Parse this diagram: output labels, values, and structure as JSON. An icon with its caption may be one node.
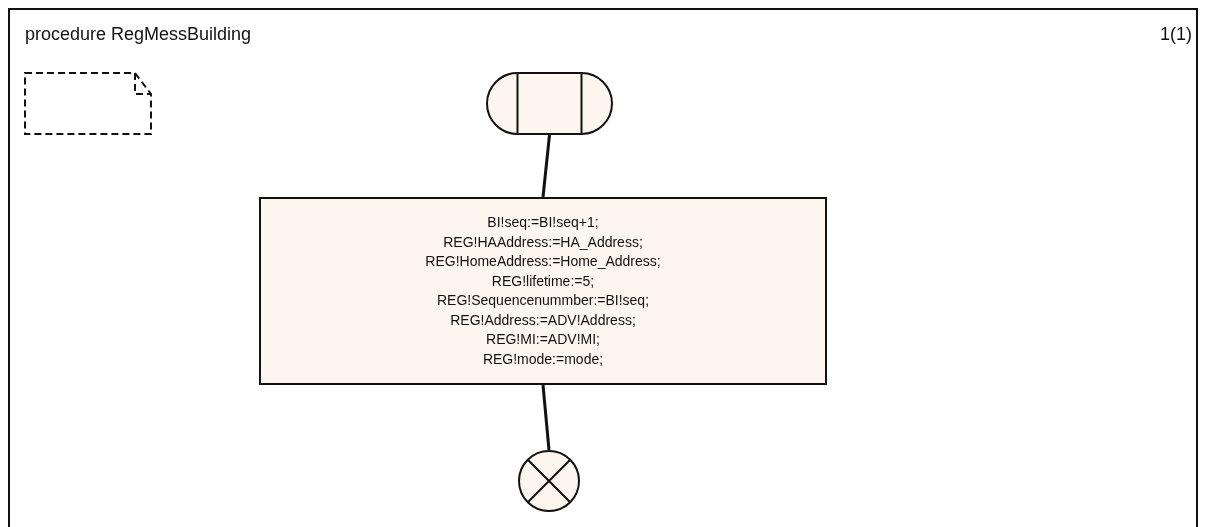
{
  "diagram": {
    "title": "procedure RegMessBuilding",
    "nodes": [
      {
        "text": [],
        "shape": "note"
      },
      {
        "text": [],
        "shape": "capsule"
      },
      {
        "text": [
          "BI!seq:=BI!seq+1;",
          "REG!HAAddress:=HA_Address;",
          "REG!HomeAddress:=Home_Address;",
          "REG!lifetime:=5;",
          "REG!Sequencenummber:=BI!seq;",
          "REG!Address:=ADV!Address;",
          "REG!MI:=ADV!MI;",
          "REG!mode:=mode;"
        ]
      },
      {
        "text": [],
        "shape": "circle"
      }
    ],
    "edges": [
      {
        "from": 1,
        "to": 2,
        "arrow": "none"
      },
      {
        "from": 2,
        "to": 3,
        "arrow": "none"
      }
    ],
    "labels": [
      "1(1)"
    ]
  }
}
